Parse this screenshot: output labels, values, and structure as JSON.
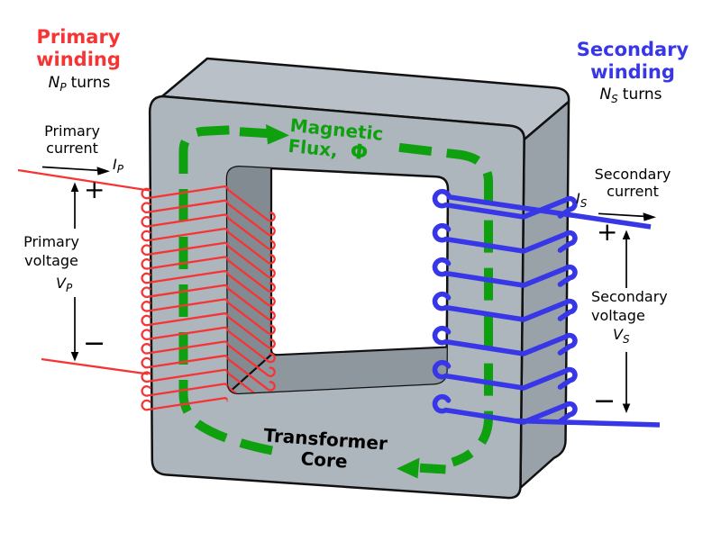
{
  "colors": {
    "primary_red": "#f73434",
    "secondary_blue": "#3737e8",
    "flux_green": "#0fa00f",
    "core_front": "#adb5bd",
    "core_top": "#b9c0c7",
    "core_side": "#99a1a9",
    "core_inner_wall": "#828a92",
    "core_inner_floor": "#8e969e",
    "outline": "#111111"
  },
  "primary": {
    "title_line1": "Primary",
    "title_line2": "winding",
    "turns": {
      "symbol": "N",
      "sub": "P",
      "suffix": "turns"
    },
    "current": {
      "line1": "Primary",
      "line2": "current",
      "symbol": "I",
      "sub": "P"
    },
    "voltage": {
      "line1": "Primary",
      "line2": "voltage",
      "symbol": "V",
      "sub": "P"
    },
    "plus": "+",
    "minus": "−",
    "winding_turns_drawn": 16
  },
  "secondary": {
    "title_line1": "Secondary",
    "title_line2": "winding",
    "turns": {
      "symbol": "N",
      "sub": "S",
      "suffix": "turns"
    },
    "current": {
      "line1": "Secondary",
      "line2": "current",
      "symbol": "I",
      "sub": "S"
    },
    "voltage": {
      "line1": "Secondary",
      "line2": "voltage",
      "symbol": "V",
      "sub": "S"
    },
    "plus": "+",
    "minus": "−",
    "winding_turns_drawn": 7
  },
  "flux": {
    "label_line1": "Magnetic",
    "label_line2": "Flux,",
    "symbol": "Φ"
  },
  "core": {
    "label_line1": "Transformer",
    "label_line2": "Core"
  }
}
